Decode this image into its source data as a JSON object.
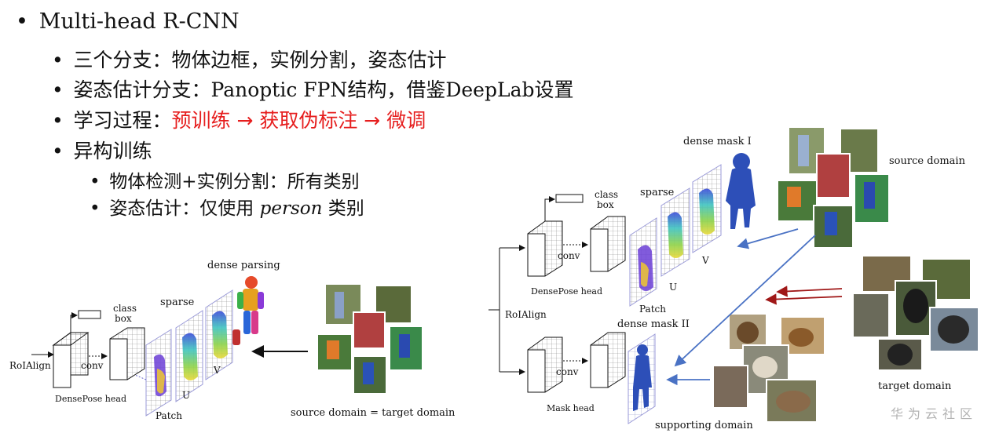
{
  "slide": {
    "title": "Multi-head R-CNN",
    "bullets": {
      "b1": "三个分支：物体边框，实例分割，姿态估计",
      "b2_prefix": "姿态估计分支：",
      "b2_en1": "Panoptic FPN",
      "b2_mid": "结构，借鉴",
      "b2_en2": "DeepLab",
      "b2_end": "设置",
      "b3_prefix": "学习过程：",
      "b3_steps": "预训练 → 获取伪标注 → 微调",
      "b4": "异构训练",
      "b4_sub1": "物体检测+实例分割：所有类别",
      "b4_sub2_prefix": "姿态估计：仅使用 ",
      "b4_sub2_italic": "person",
      "b4_sub2_suffix": " 类别"
    }
  },
  "left_diagram": {
    "roialign": "RoIAlign",
    "conv": "conv",
    "class": "class",
    "box": "box",
    "head": "DensePose head",
    "sparse": "sparse",
    "dense_parsing": "dense parsing",
    "patch": "Patch",
    "u": "U",
    "v": "V",
    "caption": "source domain = target domain"
  },
  "right_diagram": {
    "roialign": "RoIAlign",
    "conv_top": "conv",
    "conv_bottom": "conv",
    "class": "class",
    "box": "box",
    "densepose_head": "DensePose head",
    "mask_head": "Mask head",
    "sparse": "sparse",
    "patch": "Patch",
    "u": "U",
    "v": "V",
    "dense_mask_1": "dense mask I",
    "dense_mask_2": "dense mask II",
    "source_domain": "source domain",
    "target_domain": "target domain",
    "supporting_domain": "supporting domain"
  },
  "watermark": "华为云社区",
  "colors": {
    "red_text": "#e61e1e",
    "arrow_blue": "#4a72c4",
    "arrow_red": "#a01818",
    "mask_blue": "#2d4fb8"
  }
}
